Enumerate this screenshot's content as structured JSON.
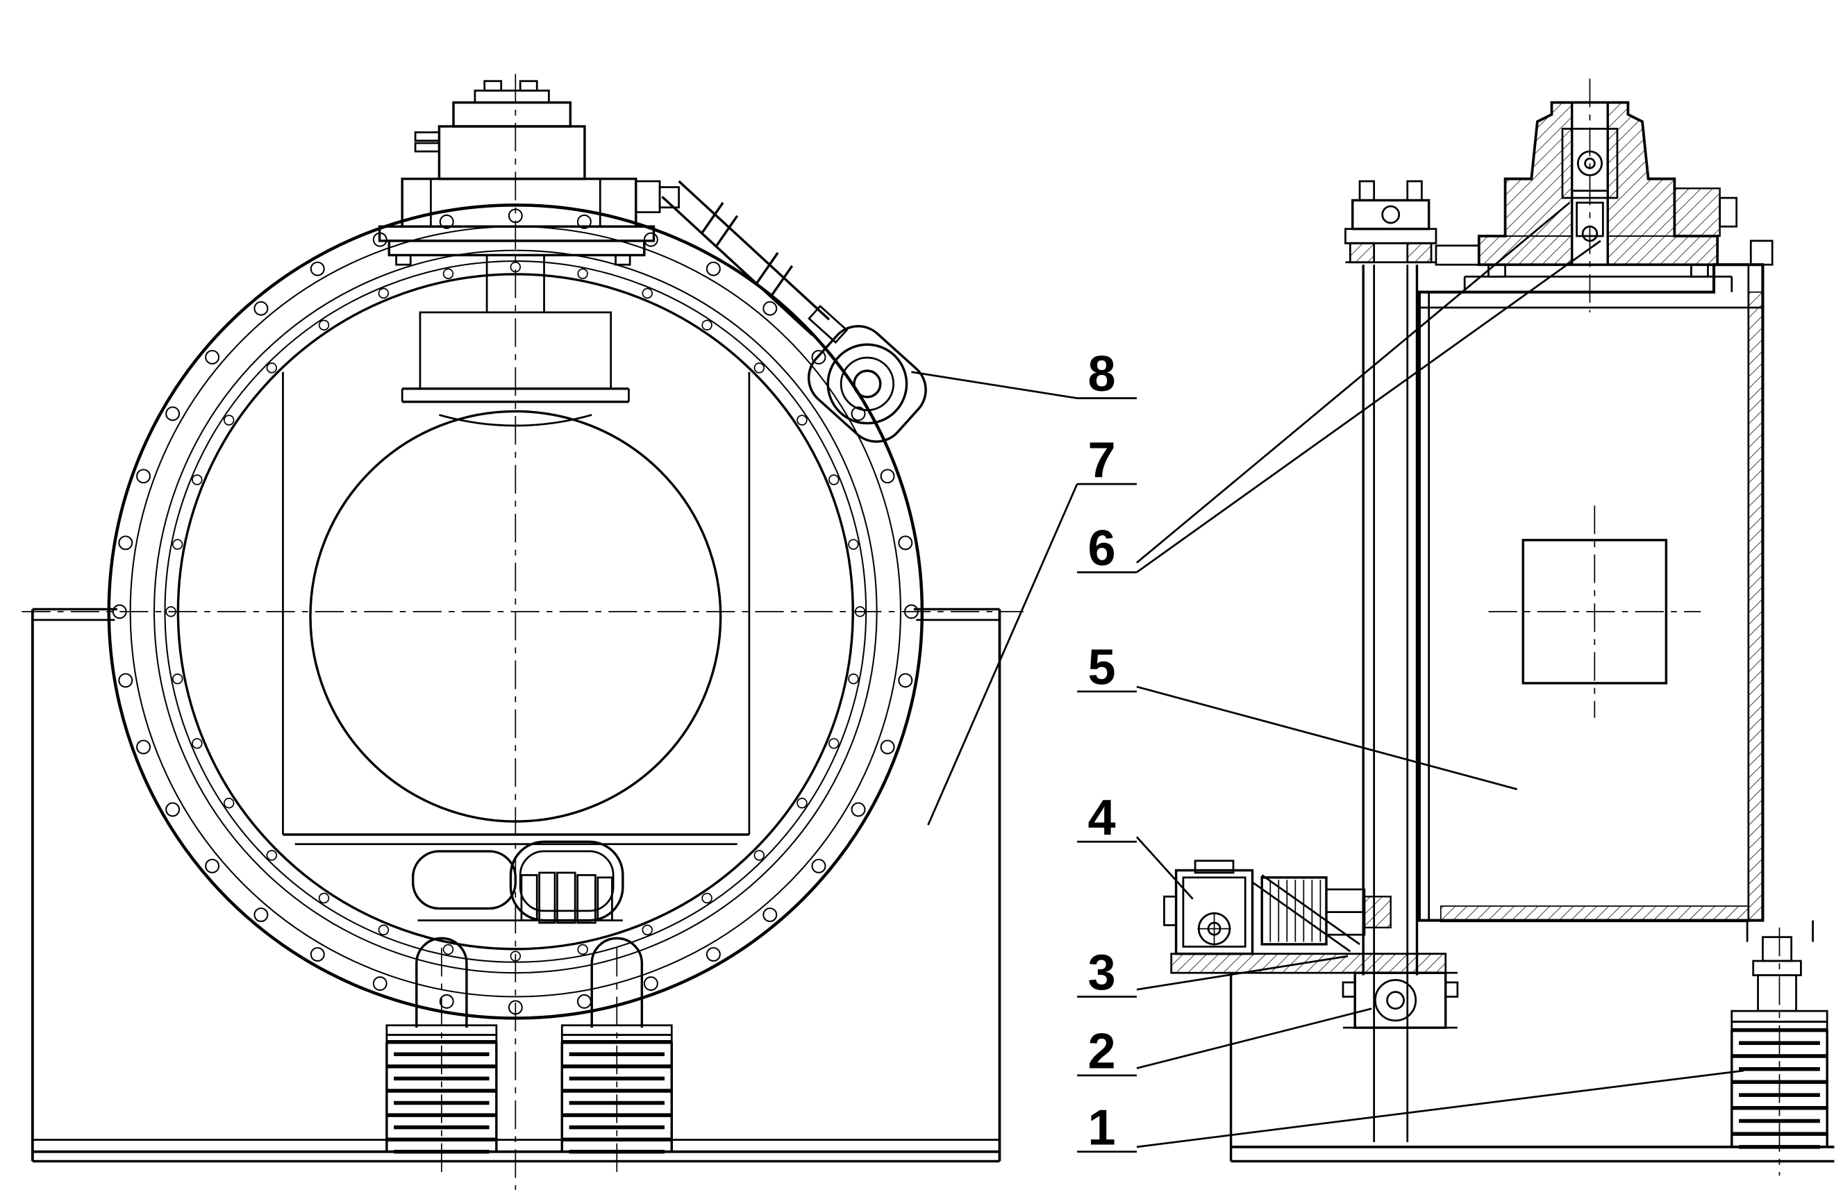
{
  "page": {
    "paper": "#ffffff",
    "ink": "#000000"
  },
  "drawing": {
    "type": "engineering-drawing",
    "views": [
      {
        "name": "front-view",
        "description": "circular flanged valve body front elevation"
      },
      {
        "name": "side-view",
        "description": "valve body side section elevation"
      }
    ],
    "callouts": [
      {
        "label": "1"
      },
      {
        "label": "2"
      },
      {
        "label": "3"
      },
      {
        "label": "4"
      },
      {
        "label": "5"
      },
      {
        "label": "6"
      },
      {
        "label": "7"
      },
      {
        "label": "8"
      }
    ]
  }
}
